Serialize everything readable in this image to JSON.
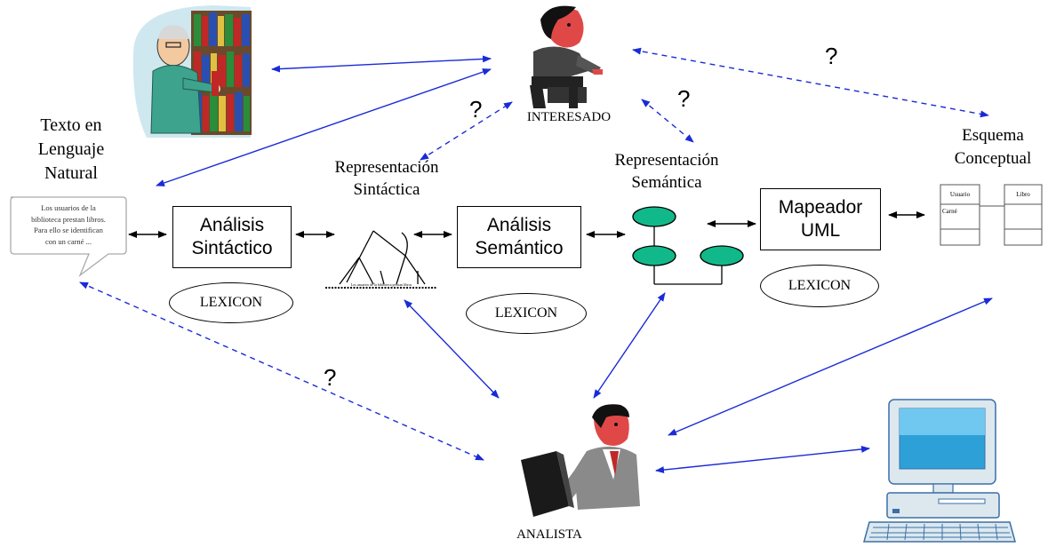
{
  "labels": {
    "texto": [
      "Texto en",
      "Lenguaje",
      "Natural"
    ],
    "interesado": "INTERESADO",
    "analista": "ANALISTA",
    "rep_sintactica": [
      "Representación",
      "Sintáctica"
    ],
    "rep_semantica": [
      "Representación",
      "Semántica"
    ],
    "esquema": [
      "Esquema",
      "Conceptual"
    ]
  },
  "boxes": {
    "sintactico": [
      "Análisis",
      "Sintáctico"
    ],
    "semantico": [
      "Análisis",
      "Semántico"
    ],
    "mapeador": [
      "Mapeador",
      "UML"
    ]
  },
  "lexicon": [
    "LEXICON",
    "LEXICON",
    "LEXICON"
  ],
  "question_mark": "?",
  "speech_bubble": [
    "Los usuarios de la",
    "biblioteca prestan libros.",
    "Para ello se identifican",
    "con un carné ..."
  ],
  "tree_caption": "Los usuarios de la biblioteca prestan libros",
  "uml": {
    "class1": "Usuario",
    "class1_attr": "Carné",
    "class2": "Libro"
  },
  "colors": {
    "arrow_blue": "#1a2bd6",
    "semantic_node": "#11b98a",
    "skin": "#e04848"
  }
}
